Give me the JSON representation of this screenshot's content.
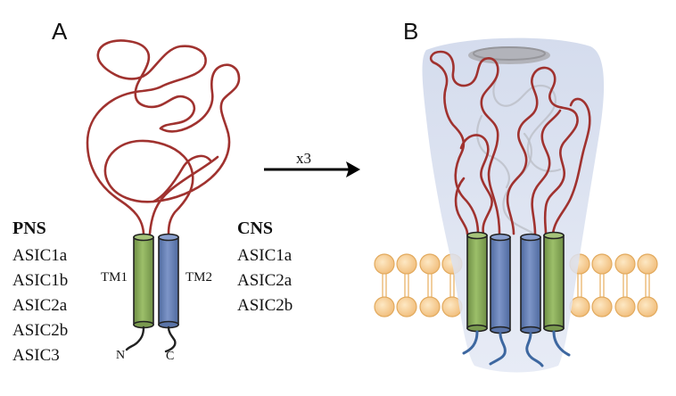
{
  "panels": {
    "a": {
      "label": "A"
    },
    "b": {
      "label": "B"
    }
  },
  "pns": {
    "heading": "PNS",
    "items": [
      "ASIC1a",
      "ASIC1b",
      "ASIC2a",
      "ASIC2b",
      "ASIC3"
    ]
  },
  "cns": {
    "heading": "CNS",
    "items": [
      "ASIC1a",
      "ASIC2a",
      "ASIC2b"
    ]
  },
  "subunit": {
    "tm1_label": "TM1",
    "tm2_label": "TM2",
    "n_label": "N",
    "c_label": "C"
  },
  "arrow": {
    "label": "x3"
  },
  "colors": {
    "loop": "#a0322f",
    "tm1_green": "#8cae5c",
    "tm2_blue": "#6b84b8",
    "tail_blue": "#3d67a0",
    "membrane": "#f4c98a",
    "channel_cone": "#cfd8ec"
  }
}
